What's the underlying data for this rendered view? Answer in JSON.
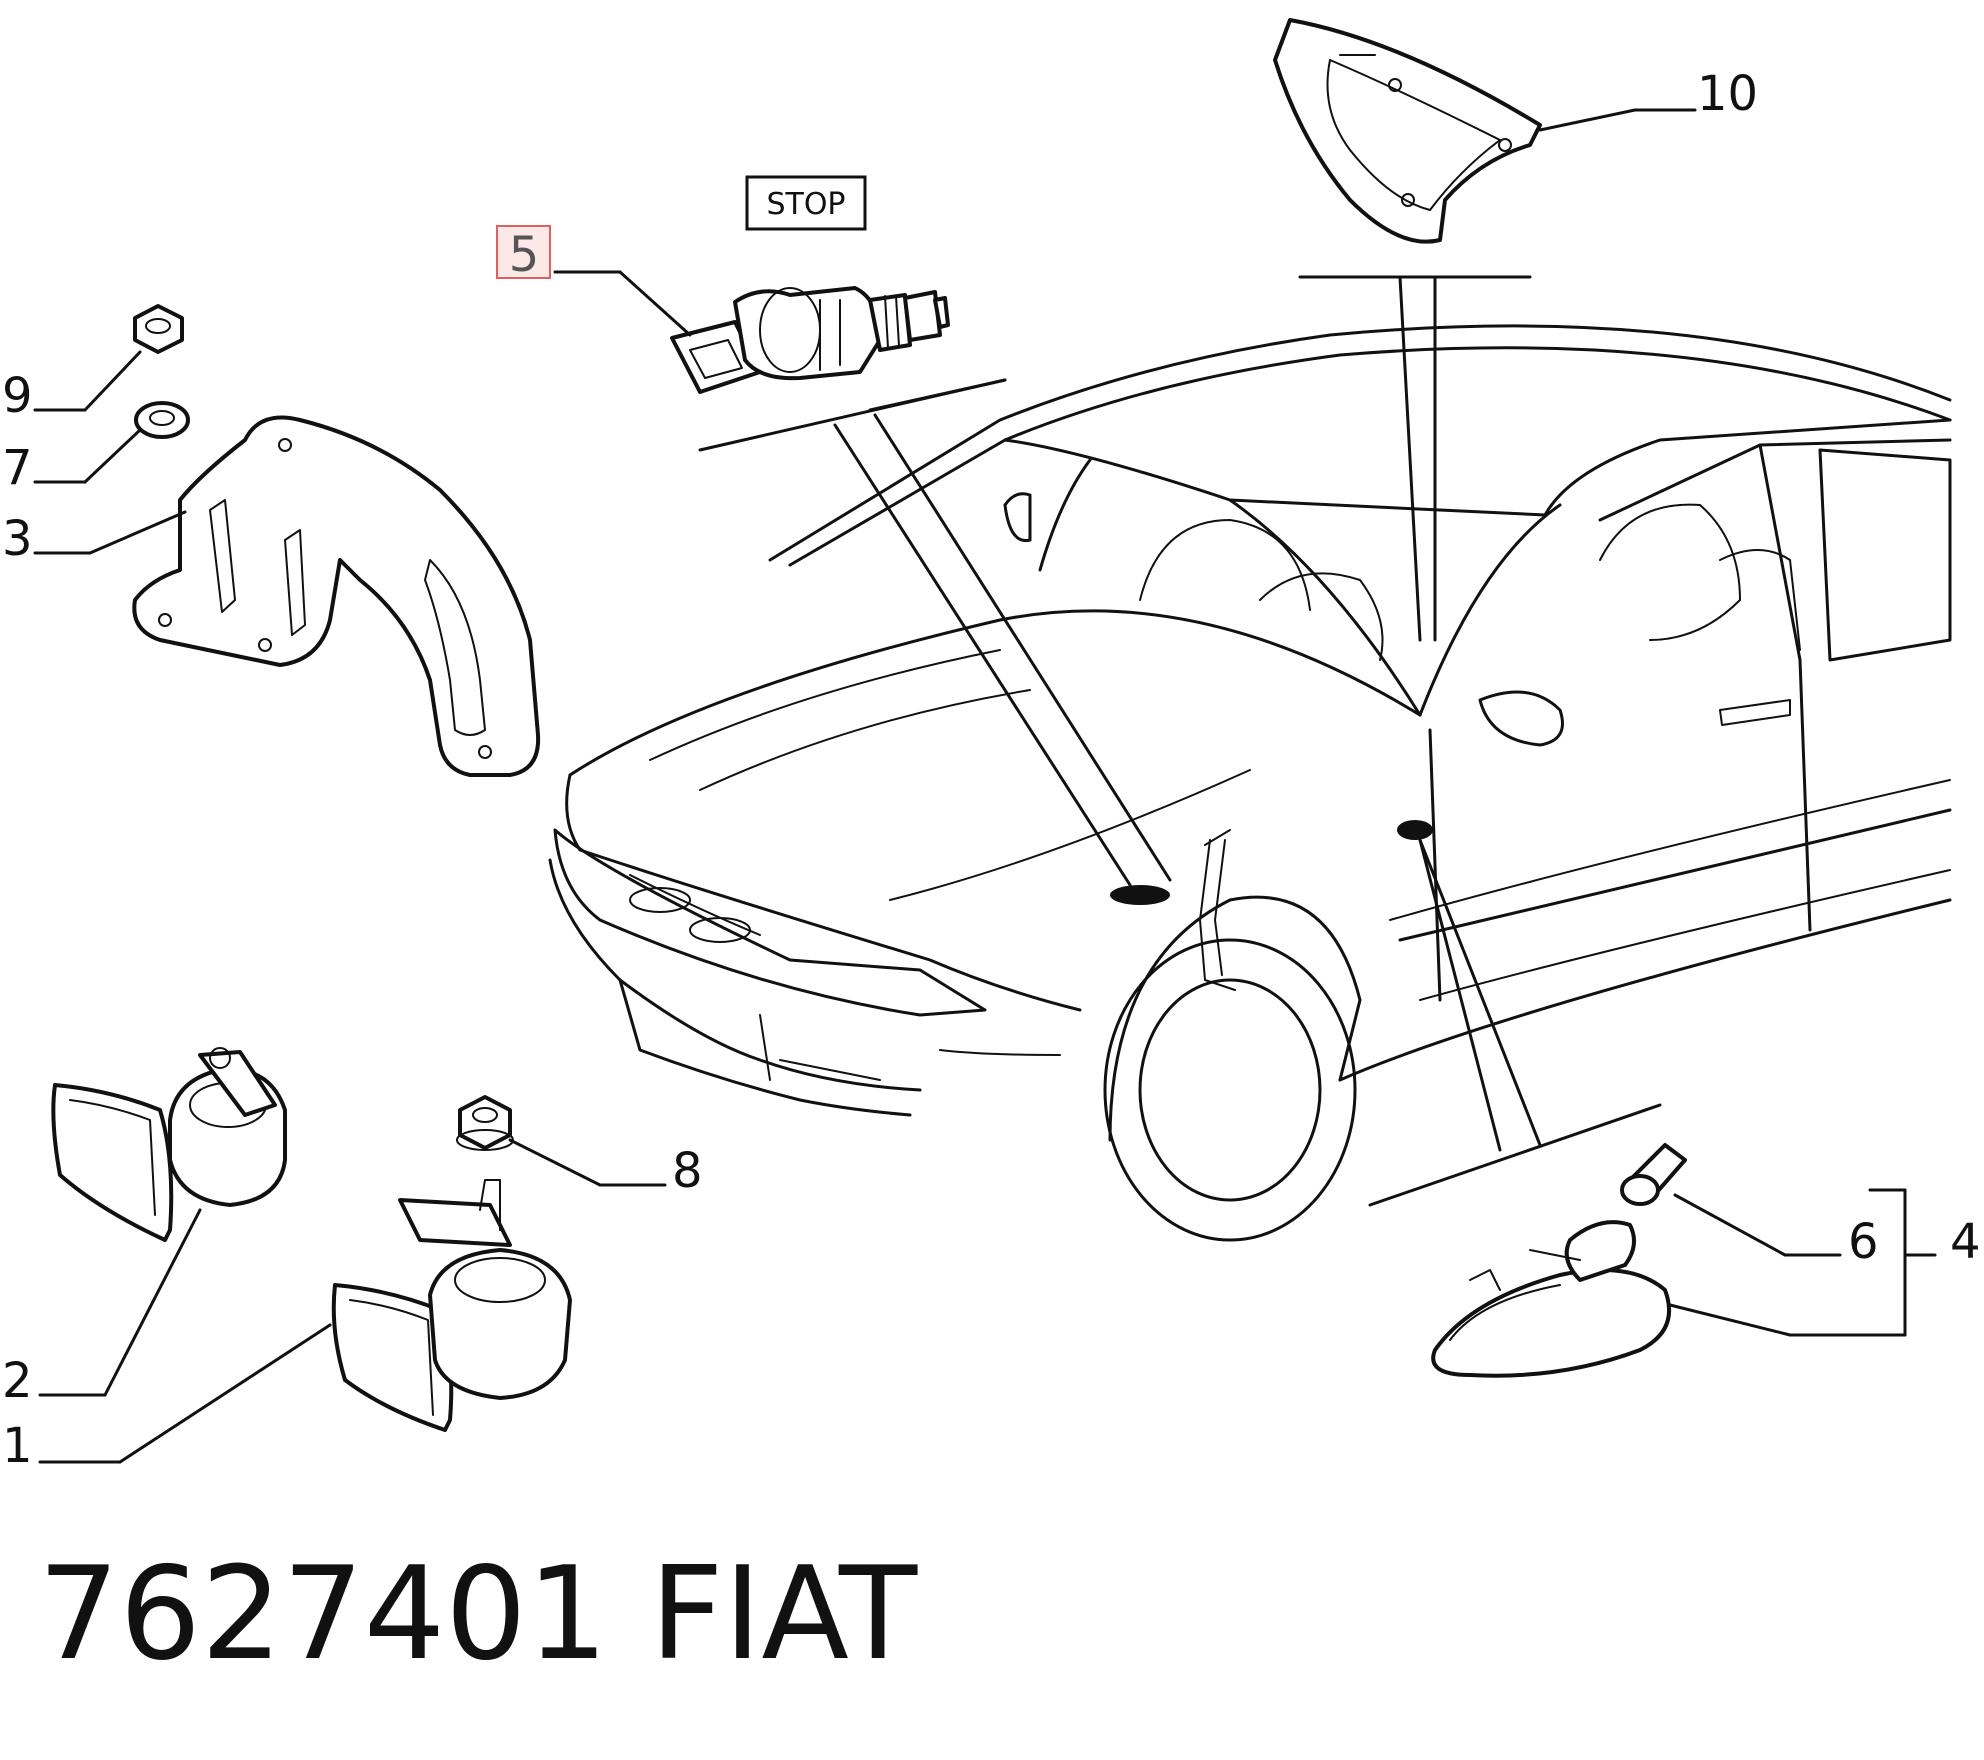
{
  "callouts": {
    "c1": "1",
    "c2": "2",
    "c3": "3",
    "c4": "4",
    "c5": "5",
    "c6": "6",
    "c7": "7",
    "c8": "8",
    "c9": "9",
    "c10": "10"
  },
  "stop_label": "STOP",
  "highlight_color": "#e06060",
  "footer": {
    "part_number": "7627401",
    "brand": "FIAT"
  }
}
